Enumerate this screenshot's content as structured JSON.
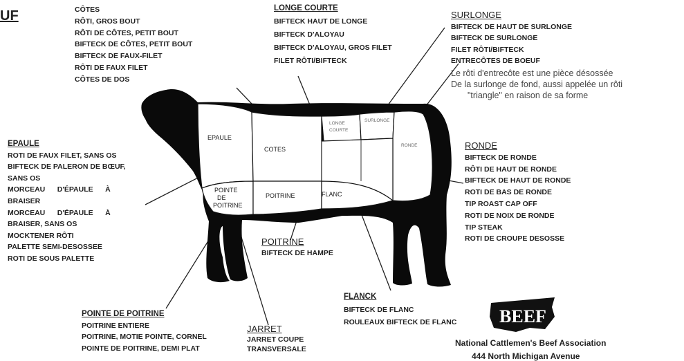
{
  "title_fragment": "UF",
  "cotes": {
    "items": [
      "CÔTES",
      "RÔTI, GROS BOUT",
      "RÔTI DE CÔTES, PETIT BOUT",
      "BIFTECK DE CÔTES, PETIT BOUT",
      "BIFTECK DE FAUX-FILET",
      "RÔTI DE FAUX FILET",
      "CÔTES DE DOS"
    ]
  },
  "longe_courte": {
    "title": "LONGE COURTE",
    "items": [
      "BIFTECK HAUT DE LONGE",
      "BIFTECK D'ALOYAU",
      "BIFTECK D'ALOYAU, GROS FILET",
      "FILET RÔTI/BIFTECK"
    ]
  },
  "surlonge": {
    "title": "SURLONGE",
    "items": [
      "BIFTECK DE HAUT DE SURLONGE",
      "BIFTECK DE SURLONGE",
      "FILET RÔTI/BIFTECK",
      "ENTRECÔTES DE BOEUF"
    ],
    "description": [
      "Le rôti d'entrecôte est une pièce désossée",
      "De la surlonge de fond, aussi appelée un rôti",
      "\"triangle\" en raison de sa forme"
    ]
  },
  "epaule": {
    "title": "EPAULE",
    "items": [
      "ROTI DE FAUX FILET, SANS OS",
      "BIFTECK DE PALERON DE BŒUF,",
      "SANS OS",
      "MORCEAU      D'ÉPAULE      À",
      "BRAISER",
      "MORCEAU      D'ÉPAULE      À",
      "BRAISER, SANS OS",
      "MOCKTENER RÔTI",
      "PALETTE SEMI-DESOSSEE",
      "ROTI DE SOUS PALETTE"
    ]
  },
  "ronde": {
    "title": "RONDE",
    "items": [
      "BIFTECK DE RONDE",
      "RÔTI DE HAUT DE  RONDE",
      "BIFTECK DE HAUT DE RONDE",
      "ROTI DE BAS DE RONDE",
      "TIP ROAST CAP OFF",
      "ROTI DE NOIX DE RONDE",
      "TIP STEAK",
      "ROTI DE CROUPE DESOSSE"
    ]
  },
  "poitrine": {
    "title": "POITRINE",
    "items": [
      "BIFTECK DE HAMPE"
    ]
  },
  "pointe_de_poitrine": {
    "title": "POINTE DE POITRINE",
    "items": [
      "POITRINE ENTIERE",
      "POITRINE, MOTIE POINTE, CORNEL",
      "POINTE DE POITRINE, DEMI PLAT"
    ]
  },
  "jarret": {
    "title": "JARRET",
    "items": [
      "JARRET COUPE",
      "TRANSVERSALE"
    ]
  },
  "flanck": {
    "title": "FLANCK",
    "items": [
      "BIFTECK DE FLANC",
      "ROULEAUX BIFTECK DE FLANC"
    ]
  },
  "cow_labels": {
    "epaule": "EPAULE",
    "cotes": "COTES",
    "longe": "LONGE",
    "courte": "COURTE",
    "surlonge": "SURLONGE",
    "ronde": "RONDE",
    "pointe": "POINTE",
    "de": "DE",
    "poitrine_pointe": "POITRINE",
    "poitrine": "POITRINE",
    "flanc": "FLANC"
  },
  "logo": {
    "text": "BEEF"
  },
  "association": {
    "name": "National Cattlemen's Beef Association",
    "address": "444 North Michigan Avenue"
  }
}
